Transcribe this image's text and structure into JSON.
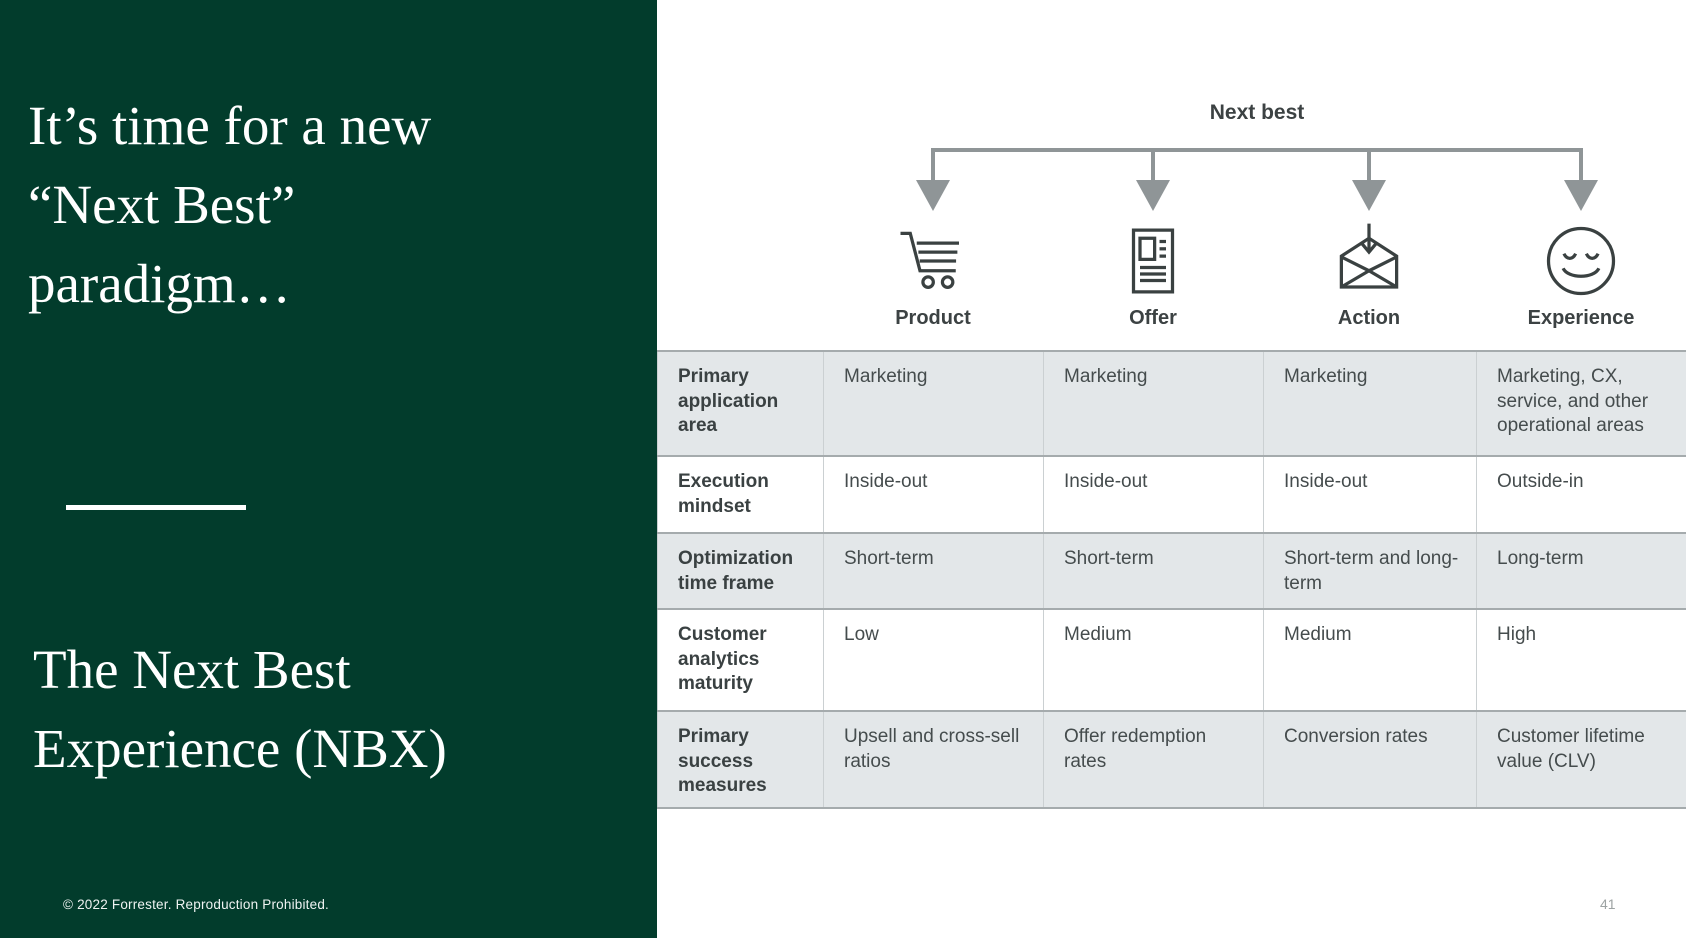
{
  "slide": {
    "left_panel": {
      "background_color": "#023C2C",
      "title_lines": [
        "It’s time for a new",
        "“Next Best”",
        "paradigm…"
      ],
      "subtitle_lines": [
        "The Next Best",
        "Experience (NBX)"
      ],
      "footer": "© 2022 Forrester. Reproduction Prohibited."
    },
    "page_number": "41",
    "diagram": {
      "root_label": "Next best",
      "connector_color": "#8F9597",
      "icon_color": "#3A4141",
      "branches": [
        {
          "label": "Product",
          "icon": "shopping-cart-icon"
        },
        {
          "label": "Offer",
          "icon": "offer-document-icon"
        },
        {
          "label": "Action",
          "icon": "envelope-arrow-icon"
        },
        {
          "label": "Experience",
          "icon": "smiley-face-icon"
        }
      ]
    },
    "table": {
      "stripe_color": "#E3E7E9",
      "columns": [
        "Product",
        "Offer",
        "Action",
        "Experience"
      ],
      "rows": [
        {
          "header": "Primary application area",
          "cells": [
            "Marketing",
            "Marketing",
            "Marketing",
            "Marketing, CX, service, and other operational areas"
          ]
        },
        {
          "header": "Execution mindset",
          "cells": [
            "Inside-out",
            "Inside-out",
            "Inside-out",
            "Outside-in"
          ]
        },
        {
          "header": "Optimization time frame",
          "cells": [
            "Short-term",
            "Short-term",
            "Short-term and long-term",
            "Long-term"
          ]
        },
        {
          "header": "Customer analytics maturity",
          "cells": [
            "Low",
            "Medium",
            "Medium",
            "High"
          ]
        },
        {
          "header": "Primary success measures",
          "cells": [
            "Upsell and cross-sell ratios",
            "Offer redemption rates",
            "Conversion rates",
            "Customer lifetime value (CLV)"
          ]
        }
      ]
    }
  }
}
